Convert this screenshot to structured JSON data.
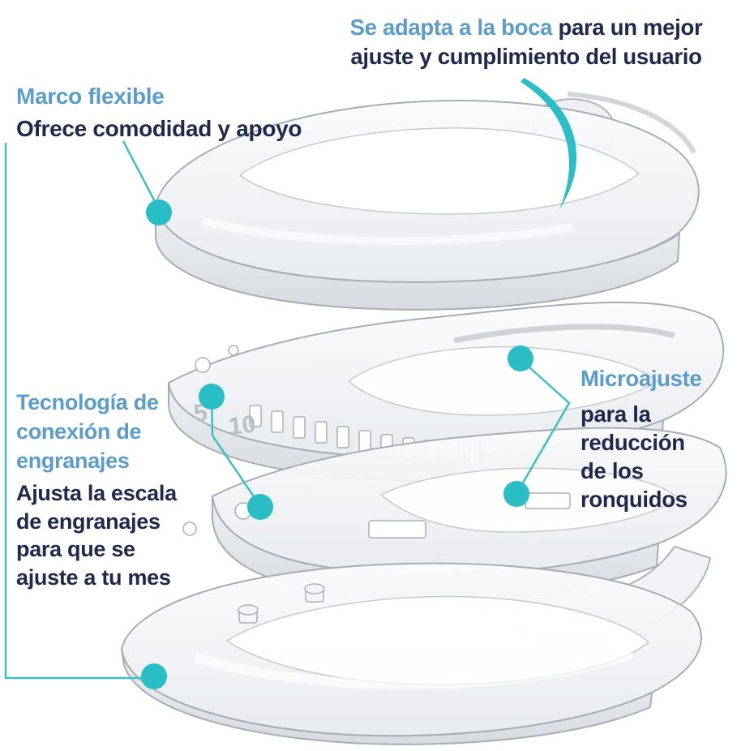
{
  "colors": {
    "accent_blue": "#5a9dca",
    "navy": "#20294d",
    "teal_accent": "#2cbec6",
    "background": "#ffffff",
    "device_outline": "#a6adb5"
  },
  "callouts": {
    "adapta": {
      "highlight": "Se adapta a la boca",
      "line1_rest": "para un mejor",
      "line2": "ajuste y cumplimiento del usuario"
    },
    "marco": {
      "heading": "Marco flexible",
      "body": "Ofrece comodidad y apoyo"
    },
    "tecnologia": {
      "heading_lines": [
        "Tecnología de",
        "conexión de",
        "engranajes"
      ],
      "body_lines": [
        "Ajusta la escala",
        "de engranajes",
        "para que se",
        "ajuste a tu mes"
      ]
    },
    "micro": {
      "heading": "Microajuste",
      "body_lines": [
        "para la",
        "reducción",
        "de los",
        "ronquidos"
      ]
    }
  },
  "device": {
    "gear_scale_labels": [
      "5",
      "10"
    ]
  }
}
